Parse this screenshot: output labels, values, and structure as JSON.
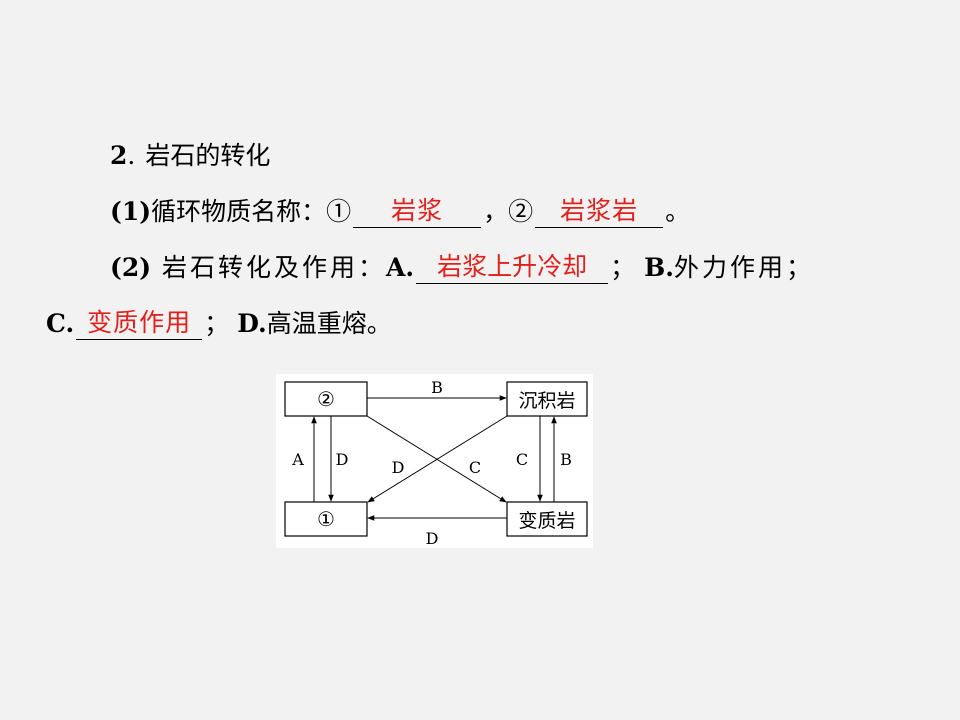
{
  "heading": {
    "number": "2",
    "separator": ".",
    "title": "岩石的转化"
  },
  "q1": {
    "prefix": "(1)",
    "text": "循环物质名称：",
    "mark1": "①",
    "answer1": "岩浆",
    "comma": "，",
    "mark2": "②",
    "answer2": "岩浆岩",
    "end": "。"
  },
  "q2": {
    "prefix": "(2)",
    "text": "岩石转化及作用：",
    "a_label": "A.",
    "a_answer": "岩浆上升冷却",
    "sep1": "；",
    "b_label": "B.",
    "b_text": "外力作用；",
    "c_label": "C.",
    "c_answer": "变质作用",
    "sep2": "；",
    "d_label": "D.",
    "d_text": "高温重熔。"
  },
  "diagram": {
    "box_top_left": "②",
    "box_bottom_left": "①",
    "box_top_right": "沉积岩",
    "box_bottom_right": "变质岩",
    "arrow_top": "B",
    "arrow_left_up": "A",
    "arrow_left_down": "D",
    "arrow_cross_left": "D",
    "arrow_cross_right": "C",
    "arrow_right_down": "C",
    "arrow_right_up": "B",
    "arrow_bottom": "D"
  },
  "colors": {
    "answer": "#e0201b",
    "background": "#f2f2f2"
  }
}
